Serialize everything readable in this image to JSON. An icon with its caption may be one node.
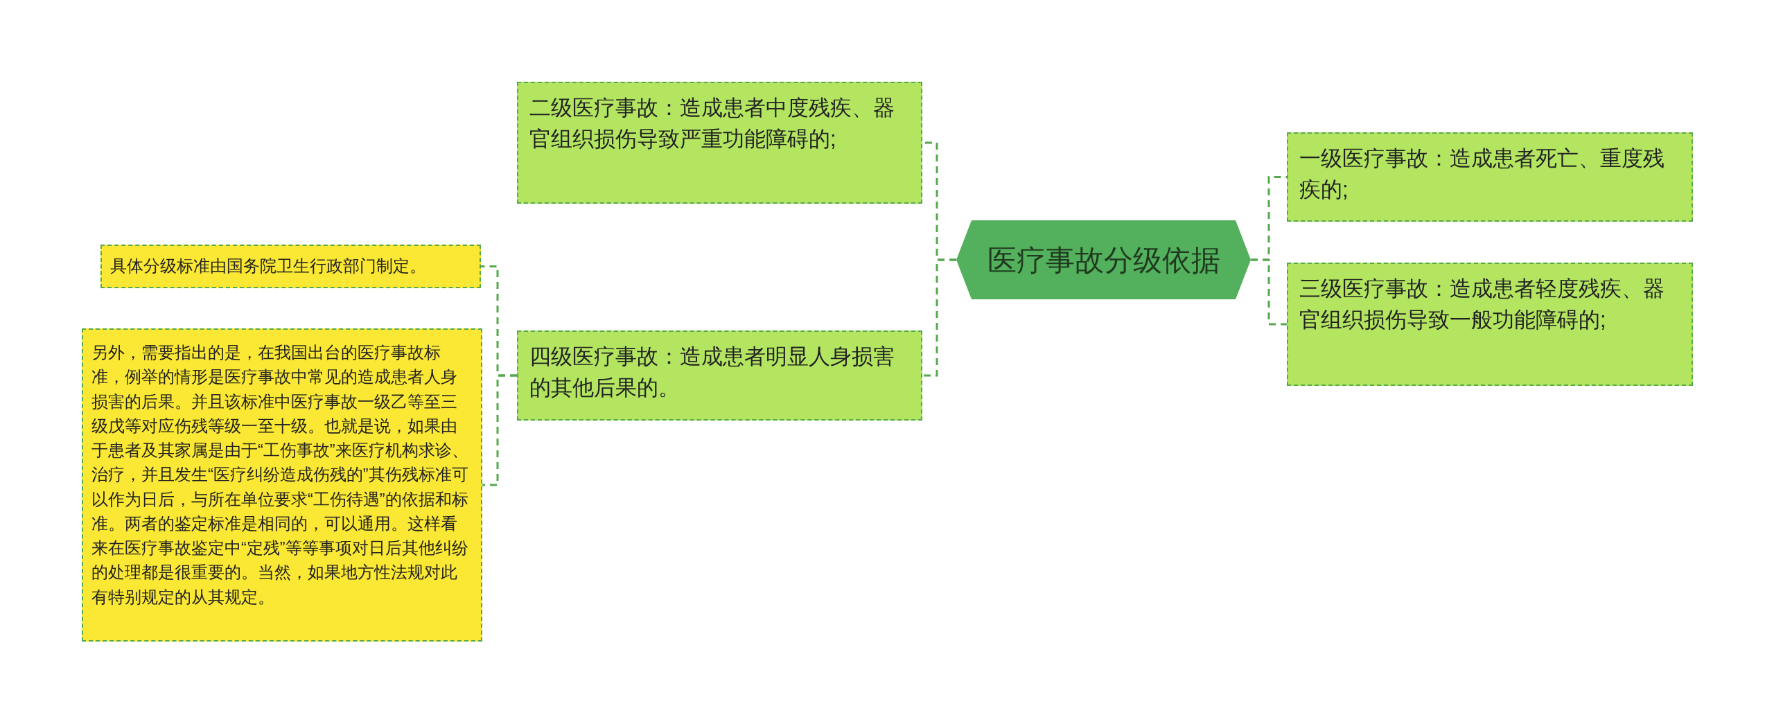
{
  "diagram": {
    "nodes": [
      {
        "text": [
          "医疗事故分级依据"
        ]
      },
      {
        "text": [
          "二级医疗事故：造成患者中度残疾、器官组织损伤导致严重功能障碍的;"
        ]
      },
      {
        "text": [
          "四级医疗事故：造成患者明显人身损害的其他后果的。"
        ]
      },
      {
        "text": [
          "具体分级标准由国务院卫生行政部门制定。"
        ]
      },
      {
        "text": [
          "另外，需要指出的是，在我国出台的医疗事故标准，例举的情形是医疗事故中常见的造成患者人身损害的后果。并且该标准中医疗事故一级乙等至三级戊等对应伤残等级一至十级。也就是说，如果由于患者及其家属是由于“工伤事故”来医疗机构求诊、治疗，并且发生“医疗纠纷造成伤残的”其伤残标准可以作为日后，与所在单位要求“工伤待遇”的依据和标准。两者的鉴定标准是相同的，可以通用。这样看来在医疗事故鉴定中“定残”等等事项对日后其他纠纷的处理都是很重要的。当然，如果地方性法规对此有特别规定的从其规定。"
        ]
      },
      {
        "text": [
          "一级医疗事故：造成患者死亡、重度残疾的;"
        ]
      },
      {
        "text": [
          "三级医疗事故：造成患者轻度残疾、器官组织损伤导致一般功能障碍的;"
        ]
      }
    ],
    "edges": [
      {
        "from": 0,
        "to": 1,
        "arrow": "none"
      },
      {
        "from": 0,
        "to": 2,
        "arrow": "none"
      },
      {
        "from": 2,
        "to": 3,
        "arrow": "none"
      },
      {
        "from": 2,
        "to": 4,
        "arrow": "none"
      },
      {
        "from": 0,
        "to": 5,
        "arrow": "none"
      },
      {
        "from": 0,
        "to": 6,
        "arrow": "none"
      }
    ]
  }
}
